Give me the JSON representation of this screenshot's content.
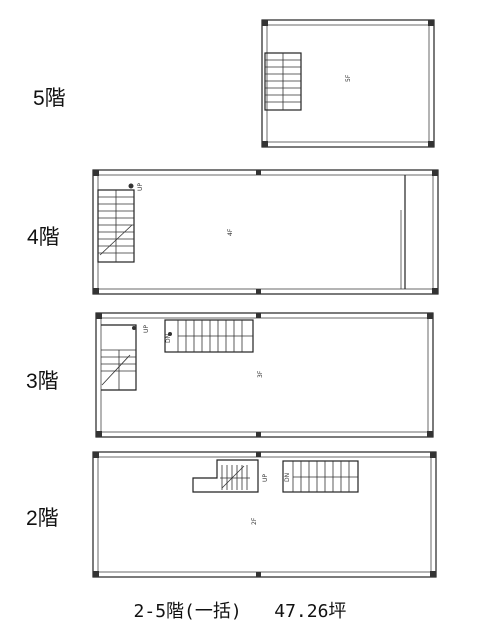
{
  "floors": [
    {
      "label": "5階",
      "plan_label": "5F"
    },
    {
      "label": "4階",
      "plan_label": "4F",
      "stair_label": "UP"
    },
    {
      "label": "3階",
      "plan_label": "3F",
      "stair_label_a": "UP",
      "stair_label_b": "DN"
    },
    {
      "label": "2階",
      "plan_label": "2F",
      "stair_label_a": "UP",
      "stair_label_b": "DN"
    }
  ],
  "caption": {
    "scope": "2-5階(一括)",
    "area": "47.26坪"
  }
}
